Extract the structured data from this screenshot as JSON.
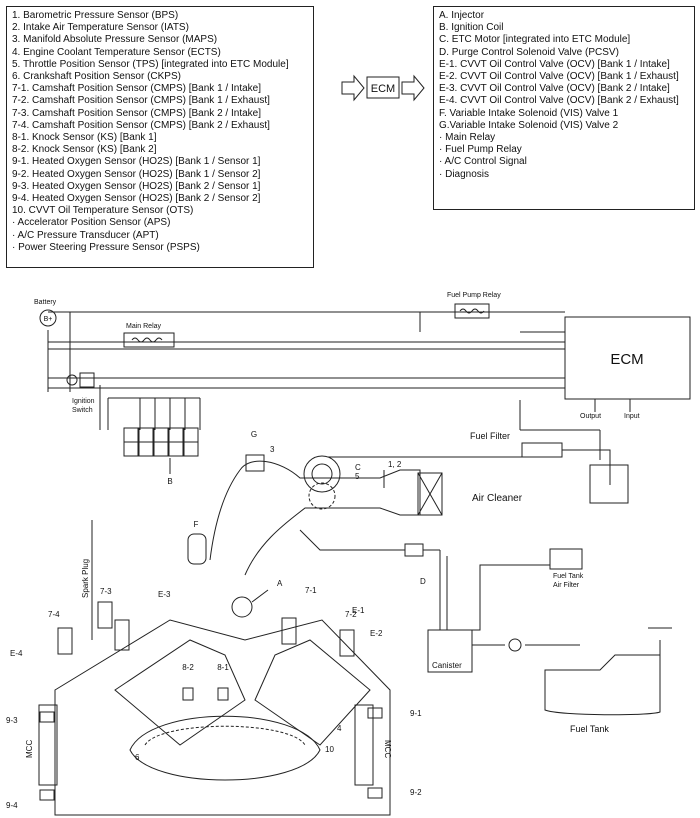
{
  "inputs": [
    "1. Barometric Pressure Sensor (BPS)",
    "2. Intake Air Temperature Sensor (IATS)",
    "3. Manifold Absolute Pressure Sensor (MAPS)",
    "4. Engine Coolant Temperature Sensor (ECTS)",
    "5. Throttle Position Sensor (TPS) [integrated into ETC Module]",
    "6. Crankshaft Position Sensor (CKPS)",
    "7-1. Camshaft Position Sensor (CMPS) [Bank 1 / Intake]",
    "7-2. Camshaft Position Sensor (CMPS) [Bank 1 / Exhaust]",
    "7-3. Camshaft Position Sensor (CMPS) [Bank 2 / Intake]",
    "7-4. Camshaft Position Sensor (CMPS) [Bank 2 / Exhaust]",
    "8-1. Knock Sensor (KS) [Bank 1]",
    "8-2. Knock Sensor (KS) [Bank 2]",
    "9-1. Heated Oxygen Sensor (HO2S) [Bank 1 / Sensor 1]",
    "9-2. Heated Oxygen Sensor (HO2S) [Bank 1 / Sensor 2]",
    "9-3. Heated Oxygen Sensor (HO2S) [Bank 2 / Sensor 1]",
    "9-4. Heated Oxygen Sensor (HO2S) [Bank 2 / Sensor 2]",
    "10. CVVT Oil Temperature Sensor (OTS)",
    "· Accelerator Position Sensor (APS)",
    "· A/C Pressure Transducer (APT)",
    "· Power Steering Pressure Sensor (PSPS)"
  ],
  "outputs": [
    "A. Injector",
    "B. Ignition Coil",
    "C. ETC Motor [integrated into ETC Module]",
    "D. Purge Control Solenoid Valve (PCSV)",
    "E-1. CVVT Oil Control Valve (OCV) [Bank 1 / Intake]",
    "E-2. CVVT Oil Control Valve (OCV) [Bank 1 / Exhaust]",
    "E-3. CVVT Oil Control Valve (OCV) [Bank 2 / Intake]",
    "E-4. CVVT Oil Control Valve (OCV) [Bank 2 / Exhaust]",
    "F. Variable Intake Solenoid (VIS) Valve 1",
    "G.Variable Intake Solenoid (VIS) Valve 2",
    "· Main Relay",
    "· Fuel Pump Relay",
    "· A/C Control Signal",
    "· Diagnosis"
  ],
  "labels": {
    "ecm_small": "ECM",
    "ecm": "ECM",
    "battery": "Battery",
    "battery_symbol": "B+",
    "main_relay": "Main Relay",
    "fuel_pump_relay": "Fuel Pump Relay",
    "ignition": "Ignition",
    "switch": "Switch",
    "output": "Output",
    "input": "Input",
    "fuel_filter": "Fuel Filter",
    "air_cleaner": "Air Cleaner",
    "fuel_tank_air_filter_1": "Fuel Tank",
    "fuel_tank_air_filter_2": "Air Filter",
    "canister": "Canister",
    "fuel_tank": "Fuel Tank",
    "spark_plug": "Spark Plug",
    "mcc": "MCC"
  },
  "callouts": {
    "G": "G",
    "B": "B",
    "C": "C",
    "D": "D",
    "F": "F",
    "A": "A",
    "E1": "E-1",
    "E2": "E-2",
    "E3": "E-3",
    "E4": "E-4",
    "s3": "3",
    "s5": "5",
    "s12": "1, 2",
    "s4": "4",
    "s6": "6",
    "s10": "10",
    "s71": "7-1",
    "s72": "7-2",
    "s73": "7-3",
    "s74": "7-4",
    "s81": "8-1",
    "s82": "8-2",
    "s91": "9-1",
    "s92": "9-2",
    "s93": "9-3",
    "s94": "9-4"
  }
}
